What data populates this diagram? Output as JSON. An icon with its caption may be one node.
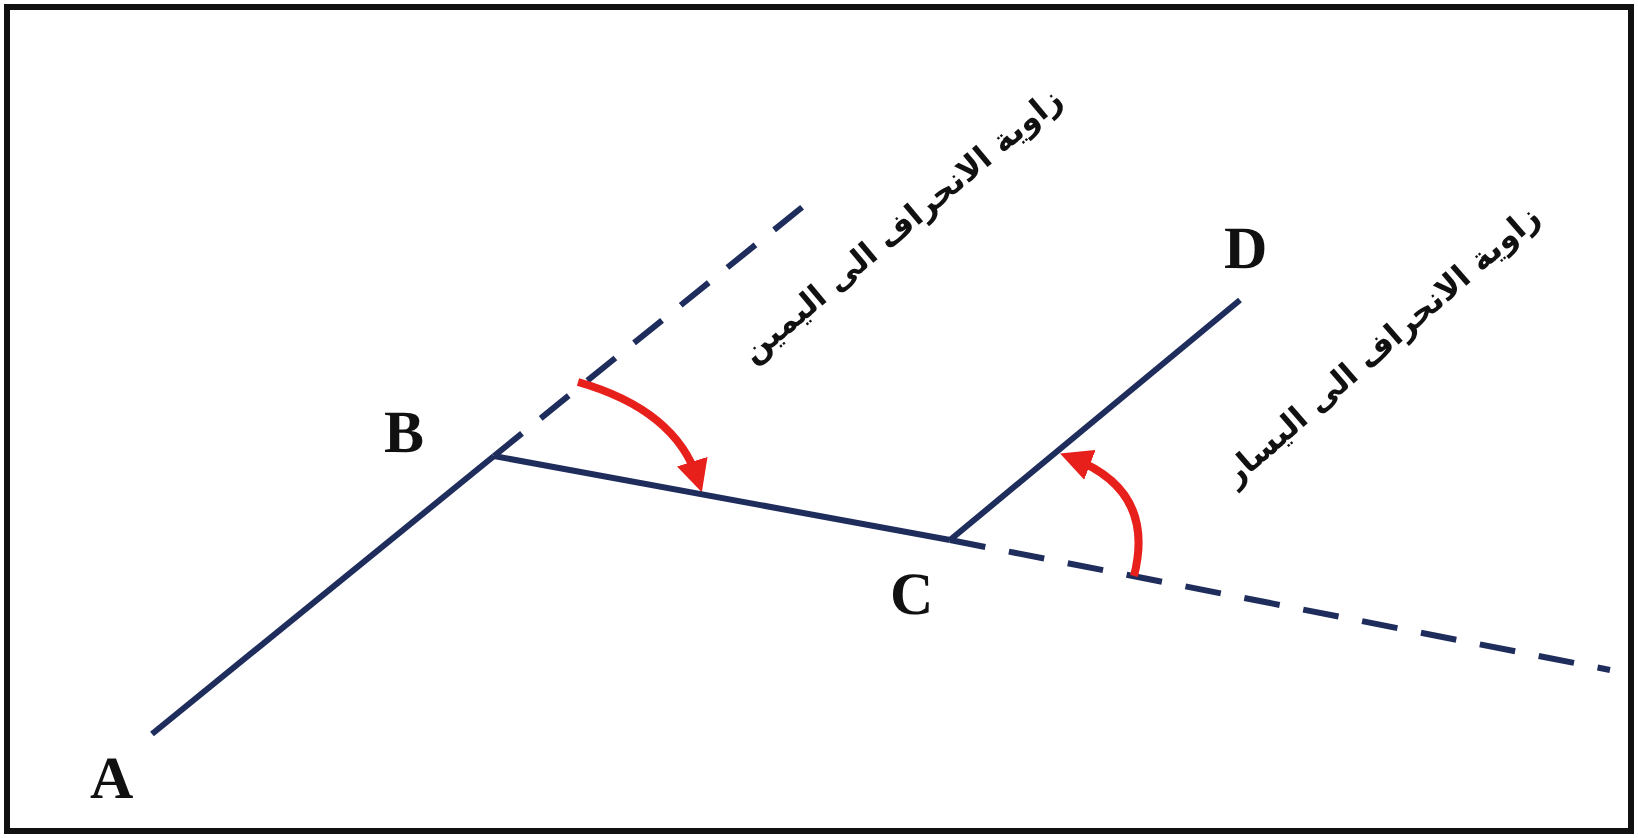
{
  "diagram": {
    "nodes": [
      {
        "text": [
          "A"
        ]
      },
      {
        "text": [
          "B"
        ]
      },
      {
        "text": [
          "C"
        ]
      },
      {
        "text": [
          "D"
        ]
      }
    ],
    "edges": [
      {
        "from": 0,
        "to": 1,
        "arrow": "none"
      },
      {
        "from": 1,
        "to": 2,
        "arrow": "none"
      },
      {
        "from": 2,
        "to": 3,
        "arrow": "none"
      }
    ],
    "labels": [
      "زاوية الانحراف الى اليمين",
      "زاوية الانحراف الى اليسار"
    ]
  }
}
